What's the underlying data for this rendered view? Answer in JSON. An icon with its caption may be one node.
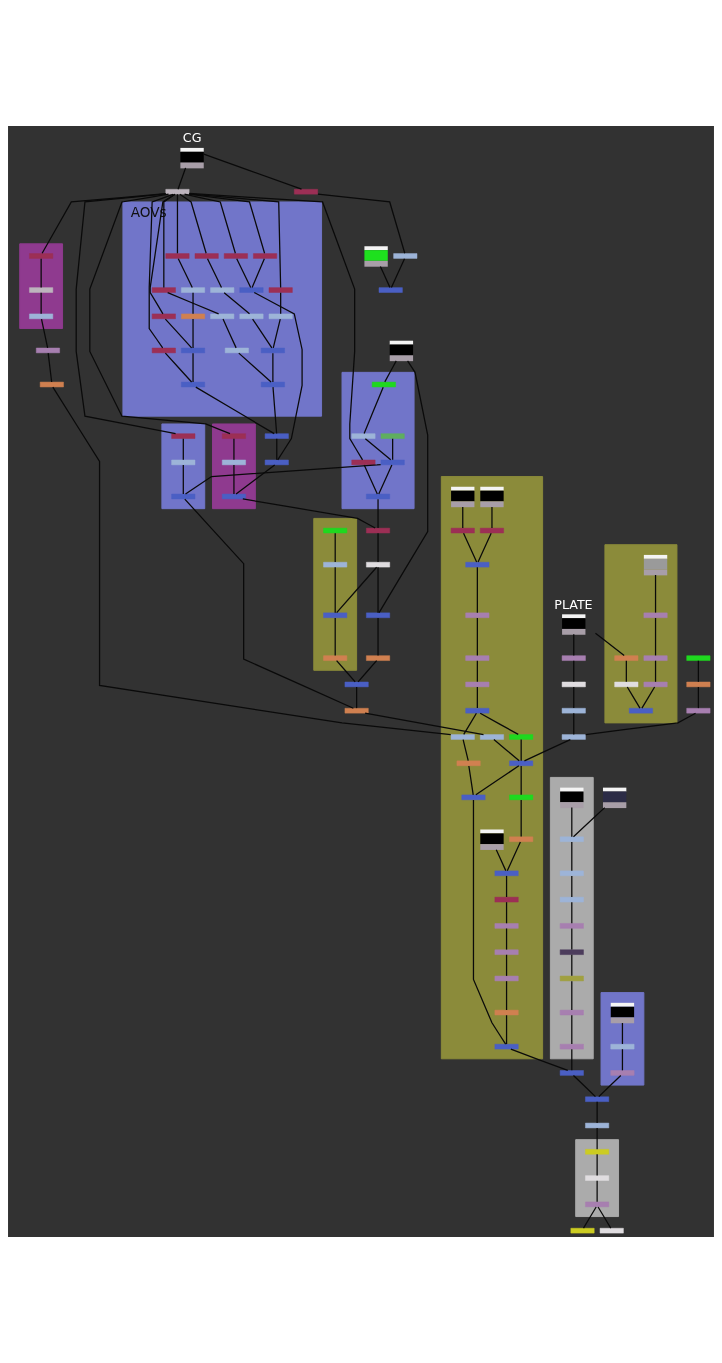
{
  "diagram": {
    "nodes": [
      {
        "text": [
          "CG"
        ]
      },
      {
        "text": [],
        "shape": "bar"
      },
      {
        "text": [],
        "shape": "bar"
      },
      {
        "text": [],
        "shape": "bar"
      },
      {
        "text": [],
        "shape": "box"
      },
      {
        "text": [],
        "shape": "bar"
      },
      {
        "text": [
          "AOVs"
        ]
      },
      {
        "text": [],
        "shape": "bar",
        "in": 6
      },
      {
        "text": [],
        "shape": "bar",
        "in": 6
      },
      {
        "text": [],
        "shape": "bar",
        "in": 6
      },
      {
        "text": [],
        "shape": "bar",
        "in": 6
      },
      {
        "text": [],
        "shape": "bar",
        "in": 6
      },
      {
        "text": [],
        "shape": "bar",
        "in": 6
      },
      {
        "text": [],
        "shape": "bar",
        "in": 6
      },
      {
        "text": [],
        "shape": "bar",
        "in": 6
      },
      {
        "text": [],
        "shape": "bar",
        "in": 6
      },
      {
        "text": [],
        "shape": "bar",
        "in": 6
      },
      {
        "text": [],
        "shape": "bar",
        "in": 6
      },
      {
        "text": [],
        "shape": "bar",
        "in": 6
      },
      {
        "text": [],
        "shape": "bar",
        "in": 6
      },
      {
        "text": [],
        "shape": "bar",
        "in": 6
      },
      {
        "text": [],
        "shape": "bar",
        "in": 6
      },
      {
        "text": [],
        "shape": "bar",
        "in": 6
      },
      {
        "text": [],
        "shape": "bar",
        "in": 6
      },
      {
        "text": [],
        "shape": "bar",
        "in": 6
      },
      {
        "text": [],
        "shape": "bar",
        "in": 6
      },
      {
        "text": [],
        "shape": "bar",
        "in": 6
      },
      {
        "text": [],
        "shape": "bar"
      },
      {
        "text": [],
        "shape": "bar"
      },
      {
        "text": [],
        "shape": "box"
      },
      {
        "text": [],
        "shape": "box"
      },
      {
        "text": [],
        "shape": "bar",
        "in": 30
      },
      {
        "text": [],
        "shape": "bar",
        "in": 30
      },
      {
        "text": [],
        "shape": "bar",
        "in": 30
      },
      {
        "text": [],
        "shape": "box"
      },
      {
        "text": [],
        "shape": "bar",
        "in": 34
      },
      {
        "text": [],
        "shape": "bar",
        "in": 34
      },
      {
        "text": [],
        "shape": "bar",
        "in": 34
      },
      {
        "text": [],
        "shape": "bar",
        "in": 34
      },
      {
        "text": [],
        "shape": "bar",
        "in": 34
      },
      {
        "text": [],
        "shape": "bar",
        "in": 34
      },
      {
        "text": [],
        "shape": "bar"
      },
      {
        "text": [],
        "shape": "bar"
      },
      {
        "text": [],
        "shape": "box"
      },
      {
        "text": [],
        "shape": "bar",
        "in": 43
      },
      {
        "text": [],
        "shape": "bar",
        "in": 43
      },
      {
        "text": [],
        "shape": "bar",
        "in": 43
      },
      {
        "text": [],
        "shape": "bar",
        "in": 43
      },
      {
        "text": [],
        "shape": "bar"
      },
      {
        "text": [],
        "shape": "bar"
      },
      {
        "text": [],
        "shape": "bar"
      },
      {
        "text": [],
        "shape": "box"
      },
      {
        "text": [],
        "shape": "bar",
        "in": 51
      },
      {
        "text": [],
        "shape": "bar",
        "in": 51
      },
      {
        "text": [],
        "shape": "bar",
        "in": 51
      },
      {
        "text": [],
        "shape": "bar"
      },
      {
        "text": [
          "PLATE"
        ]
      },
      {
        "text": [],
        "shape": "bar"
      },
      {
        "text": [],
        "shape": "bar"
      },
      {
        "text": [],
        "shape": "box"
      },
      {
        "text": [],
        "shape": "bar",
        "in": 59
      },
      {
        "text": [],
        "shape": "bar",
        "in": 59
      },
      {
        "text": [],
        "shape": "box",
        "in": 59
      },
      {
        "text": [],
        "shape": "bar",
        "in": 59
      },
      {
        "text": [],
        "shape": "bar",
        "in": 59
      },
      {
        "text": [],
        "shape": "bar",
        "in": 59
      },
      {
        "text": [],
        "shape": "bar",
        "in": 59
      },
      {
        "text": [],
        "shape": "bar"
      },
      {
        "text": [],
        "shape": "bar"
      },
      {
        "text": [],
        "shape": "bar"
      },
      {
        "text": [],
        "shape": "bar"
      },
      {
        "text": [],
        "shape": "bar"
      },
      {
        "text": [],
        "shape": "box"
      },
      {
        "text": [],
        "shape": "bar",
        "in": 72
      },
      {
        "text": [],
        "shape": "bar",
        "in": 72
      },
      {
        "text": [],
        "shape": "bar",
        "in": 72
      },
      {
        "text": [],
        "shape": "box"
      },
      {
        "text": [],
        "shape": "box",
        "in": 76
      },
      {
        "text": [],
        "shape": "box",
        "in": 76
      },
      {
        "text": [],
        "shape": "bar",
        "in": 76
      },
      {
        "text": [],
        "shape": "bar",
        "in": 76
      },
      {
        "text": [],
        "shape": "bar",
        "in": 76
      },
      {
        "text": [],
        "shape": "bar",
        "in": 76
      },
      {
        "text": [],
        "shape": "bar",
        "in": 76
      },
      {
        "text": [],
        "shape": "bar",
        "in": 76
      },
      {
        "text": [],
        "shape": "bar",
        "in": 76
      },
      {
        "text": [],
        "shape": "bar",
        "in": 76
      },
      {
        "text": [],
        "shape": "bar",
        "in": 76
      },
      {
        "text": [],
        "shape": "bar",
        "in": 76
      },
      {
        "text": [],
        "shape": "bar"
      },
      {
        "text": [],
        "shape": "bar"
      },
      {
        "text": [],
        "shape": "bar",
        "in": 76
      },
      {
        "text": [],
        "shape": "bar",
        "in": 76
      },
      {
        "text": [],
        "shape": "bar",
        "in": 76
      },
      {
        "text": [],
        "shape": "box",
        "in": 76
      },
      {
        "text": [],
        "shape": "bar",
        "in": 76
      },
      {
        "text": [],
        "shape": "bar",
        "in": 76
      },
      {
        "text": [],
        "shape": "bar",
        "in": 76
      },
      {
        "text": [],
        "shape": "bar",
        "in": 76
      },
      {
        "text": [],
        "shape": "bar",
        "in": 76
      },
      {
        "text": [],
        "shape": "bar",
        "in": 76
      },
      {
        "text": [],
        "shape": "bar",
        "in": 76
      },
      {
        "text": [],
        "shape": "bar",
        "in": 76
      },
      {
        "text": [],
        "shape": "bar",
        "in": 76
      },
      {
        "text": [],
        "shape": "box"
      },
      {
        "text": [],
        "shape": "box"
      },
      {
        "text": [],
        "shape": "box",
        "in": 104
      },
      {
        "text": [],
        "shape": "bar",
        "in": 104
      },
      {
        "text": [],
        "shape": "bar",
        "in": 104
      },
      {
        "text": [],
        "shape": "bar",
        "in": 104
      },
      {
        "text": [],
        "shape": "bar",
        "in": 104
      },
      {
        "text": [],
        "shape": "bar",
        "in": 104
      },
      {
        "text": [],
        "shape": "bar",
        "in": 104
      },
      {
        "text": [],
        "shape": "bar",
        "in": 104
      },
      {
        "text": [],
        "shape": "bar",
        "in": 104
      },
      {
        "text": [],
        "shape": "bar"
      },
      {
        "text": [],
        "shape": "box"
      },
      {
        "text": [],
        "shape": "box",
        "in": 116
      },
      {
        "text": [],
        "shape": "bar",
        "in": 116
      },
      {
        "text": [],
        "shape": "bar",
        "in": 116
      },
      {
        "text": [],
        "shape": "bar"
      },
      {
        "text": [],
        "shape": "bar"
      },
      {
        "text": [],
        "shape": "box"
      },
      {
        "text": [],
        "shape": "bar",
        "in": 122
      },
      {
        "text": [],
        "shape": "bar",
        "in": 122
      },
      {
        "text": [],
        "shape": "bar",
        "in": 122
      },
      {
        "text": [],
        "shape": "bar"
      },
      {
        "text": [],
        "shape": "bar"
      }
    ],
    "edges": [
      {
        "from": 0,
        "to": 1,
        "arrow": "none"
      },
      {
        "from": 0,
        "to": 2,
        "arrow": "none"
      },
      {
        "from": 2,
        "to": 3,
        "arrow": "none"
      },
      {
        "from": 3,
        "to": 5,
        "arrow": "none"
      },
      {
        "from": 4,
        "to": 5,
        "arrow": "none"
      },
      {
        "from": 1,
        "to": 7,
        "arrow": "none"
      },
      {
        "from": 1,
        "to": 10,
        "arrow": "none"
      },
      {
        "from": 1,
        "to": 12,
        "arrow": "none"
      },
      {
        "from": 1,
        "to": 15,
        "arrow": "none"
      },
      {
        "from": 1,
        "to": 18,
        "arrow": "none"
      },
      {
        "from": 1,
        "to": 19,
        "arrow": "none"
      },
      {
        "from": 1,
        "to": 20,
        "arrow": "none"
      },
      {
        "from": 1,
        "to": 21,
        "arrow": "none"
      },
      {
        "from": 1,
        "to": 31,
        "arrow": "none"
      },
      {
        "from": 1,
        "to": 38,
        "arrow": "none"
      },
      {
        "from": 1,
        "to": 52,
        "arrow": "none"
      },
      {
        "from": 1,
        "to": 73,
        "arrow": "none"
      },
      {
        "from": 7,
        "to": 8,
        "arrow": "none"
      },
      {
        "from": 8,
        "to": 9,
        "arrow": "none"
      },
      {
        "from": 9,
        "to": 24,
        "arrow": "none"
      },
      {
        "from": 10,
        "to": 11,
        "arrow": "none"
      },
      {
        "from": 11,
        "to": 24,
        "arrow": "none"
      },
      {
        "from": 24,
        "to": 26,
        "arrow": "none"
      },
      {
        "from": 12,
        "to": 13,
        "arrow": "none"
      },
      {
        "from": 13,
        "to": 14,
        "arrow": "none"
      },
      {
        "from": 14,
        "to": 26,
        "arrow": "none"
      },
      {
        "from": 26,
        "to": 27,
        "arrow": "none"
      },
      {
        "from": 15,
        "to": 16,
        "arrow": "none"
      },
      {
        "from": 16,
        "to": 17,
        "arrow": "none"
      },
      {
        "from": 17,
        "to": 23,
        "arrow": "none"
      },
      {
        "from": 18,
        "to": 23,
        "arrow": "none"
      },
      {
        "from": 23,
        "to": 25,
        "arrow": "none"
      },
      {
        "from": 19,
        "to": 25,
        "arrow": "none"
      },
      {
        "from": 25,
        "to": 27,
        "arrow": "none"
      },
      {
        "from": 20,
        "to": 22,
        "arrow": "none"
      },
      {
        "from": 21,
        "to": 22,
        "arrow": "none"
      },
      {
        "from": 22,
        "to": 28,
        "arrow": "none"
      },
      {
        "from": 27,
        "to": 28,
        "arrow": "none"
      },
      {
        "from": 28,
        "to": 33,
        "arrow": "none"
      },
      {
        "from": 31,
        "to": 32,
        "arrow": "none"
      },
      {
        "from": 32,
        "to": 33,
        "arrow": "none"
      },
      {
        "from": 29,
        "to": 35,
        "arrow": "none"
      },
      {
        "from": 35,
        "to": 36,
        "arrow": "none"
      },
      {
        "from": 36,
        "to": 39,
        "arrow": "none"
      },
      {
        "from": 29,
        "to": 48,
        "arrow": "none"
      },
      {
        "from": 37,
        "to": 39,
        "arrow": "none"
      },
      {
        "from": 38,
        "to": 40,
        "arrow": "none"
      },
      {
        "from": 39,
        "to": 40,
        "arrow": "none"
      },
      {
        "from": 39,
        "to": 54,
        "arrow": "none"
      },
      {
        "from": 40,
        "to": 41,
        "arrow": "none"
      },
      {
        "from": 33,
        "to": 41,
        "arrow": "none"
      },
      {
        "from": 41,
        "to": 42,
        "arrow": "none"
      },
      {
        "from": 42,
        "to": 48,
        "arrow": "none"
      },
      {
        "from": 42,
        "to": 46,
        "arrow": "none"
      },
      {
        "from": 44,
        "to": 45,
        "arrow": "none"
      },
      {
        "from": 45,
        "to": 46,
        "arrow": "none"
      },
      {
        "from": 46,
        "to": 47,
        "arrow": "none"
      },
      {
        "from": 47,
        "to": 50,
        "arrow": "none"
      },
      {
        "from": 48,
        "to": 49,
        "arrow": "none"
      },
      {
        "from": 49,
        "to": 50,
        "arrow": "none"
      },
      {
        "from": 50,
        "to": 55,
        "arrow": "none"
      },
      {
        "from": 52,
        "to": 53,
        "arrow": "none"
      },
      {
        "from": 53,
        "to": 54,
        "arrow": "none"
      },
      {
        "from": 54,
        "to": 55,
        "arrow": "none"
      },
      {
        "from": 55,
        "to": 83,
        "arrow": "none"
      },
      {
        "from": 56,
        "to": 57,
        "arrow": "none"
      },
      {
        "from": 57,
        "to": 58,
        "arrow": "none"
      },
      {
        "from": 58,
        "to": 68,
        "arrow": "none"
      },
      {
        "from": 68,
        "to": 71,
        "arrow": "none"
      },
      {
        "from": 56,
        "to": 60,
        "arrow": "none"
      },
      {
        "from": 60,
        "to": 61,
        "arrow": "none"
      },
      {
        "from": 61,
        "to": 65,
        "arrow": "none"
      },
      {
        "from": 62,
        "to": 63,
        "arrow": "none"
      },
      {
        "from": 63,
        "to": 64,
        "arrow": "none"
      },
      {
        "from": 64,
        "to": 66,
        "arrow": "none"
      },
      {
        "from": 66,
        "to": 65,
        "arrow": "none"
      },
      {
        "from": 67,
        "to": 69,
        "arrow": "none"
      },
      {
        "from": 69,
        "to": 70,
        "arrow": "none"
      },
      {
        "from": 70,
        "to": 71,
        "arrow": "none"
      },
      {
        "from": 71,
        "to": 88,
        "arrow": "none"
      },
      {
        "from": 73,
        "to": 74,
        "arrow": "none"
      },
      {
        "from": 74,
        "to": 75,
        "arrow": "none"
      },
      {
        "from": 75,
        "to": 89,
        "arrow": "none"
      },
      {
        "from": 89,
        "to": 90,
        "arrow": "none"
      },
      {
        "from": 90,
        "to": 91,
        "arrow": "none"
      },
      {
        "from": 77,
        "to": 79,
        "arrow": "none"
      },
      {
        "from": 78,
        "to": 80,
        "arrow": "none"
      },
      {
        "from": 79,
        "to": 81,
        "arrow": "none"
      },
      {
        "from": 80,
        "to": 81,
        "arrow": "none"
      },
      {
        "from": 81,
        "to": 82,
        "arrow": "none"
      },
      {
        "from": 82,
        "to": 84,
        "arrow": "none"
      },
      {
        "from": 84,
        "to": 85,
        "arrow": "none"
      },
      {
        "from": 85,
        "to": 86,
        "arrow": "none"
      },
      {
        "from": 86,
        "to": 87,
        "arrow": "none"
      },
      {
        "from": 87,
        "to": 88,
        "arrow": "none"
      },
      {
        "from": 86,
        "to": 91,
        "arrow": "none"
      },
      {
        "from": 91,
        "to": 92,
        "arrow": "none"
      },
      {
        "from": 92,
        "to": 93,
        "arrow": "none"
      },
      {
        "from": 83,
        "to": 88,
        "arrow": "none"
      },
      {
        "from": 88,
        "to": 93,
        "arrow": "none"
      },
      {
        "from": 88,
        "to": 95,
        "arrow": "none"
      },
      {
        "from": 95,
        "to": 97,
        "arrow": "none"
      },
      {
        "from": 97,
        "to": 96,
        "arrow": "none"
      },
      {
        "from": 94,
        "to": 96,
        "arrow": "none"
      },
      {
        "from": 96,
        "to": 98,
        "arrow": "none"
      },
      {
        "from": 98,
        "to": 99,
        "arrow": "none"
      },
      {
        "from": 99,
        "to": 100,
        "arrow": "none"
      },
      {
        "from": 100,
        "to": 101,
        "arrow": "none"
      },
      {
        "from": 101,
        "to": 102,
        "arrow": "none"
      },
      {
        "from": 102,
        "to": 103,
        "arrow": "none"
      },
      {
        "from": 93,
        "to": 103,
        "arrow": "none"
      },
      {
        "from": 103,
        "to": 115,
        "arrow": "none"
      },
      {
        "from": 105,
        "to": 107,
        "arrow": "none"
      },
      {
        "from": 106,
        "to": 107,
        "arrow": "none"
      },
      {
        "from": 107,
        "to": 108,
        "arrow": "none"
      },
      {
        "from": 108,
        "to": 109,
        "arrow": "none"
      },
      {
        "from": 109,
        "to": 110,
        "arrow": "none"
      },
      {
        "from": 110,
        "to": 111,
        "arrow": "none"
      },
      {
        "from": 111,
        "to": 112,
        "arrow": "none"
      },
      {
        "from": 112,
        "to": 113,
        "arrow": "none"
      },
      {
        "from": 113,
        "to": 114,
        "arrow": "none"
      },
      {
        "from": 114,
        "to": 115,
        "arrow": "none"
      },
      {
        "from": 115,
        "to": 120,
        "arrow": "none"
      },
      {
        "from": 117,
        "to": 118,
        "arrow": "none"
      },
      {
        "from": 118,
        "to": 119,
        "arrow": "none"
      },
      {
        "from": 119,
        "to": 120,
        "arrow": "none"
      },
      {
        "from": 120,
        "to": 121,
        "arrow": "none"
      },
      {
        "from": 121,
        "to": 123,
        "arrow": "none"
      },
      {
        "from": 123,
        "to": 124,
        "arrow": "none"
      },
      {
        "from": 124,
        "to": 125,
        "arrow": "none"
      },
      {
        "from": 125,
        "to": 126,
        "arrow": "none"
      },
      {
        "from": 125,
        "to": 127,
        "arrow": "none"
      }
    ]
  }
}
